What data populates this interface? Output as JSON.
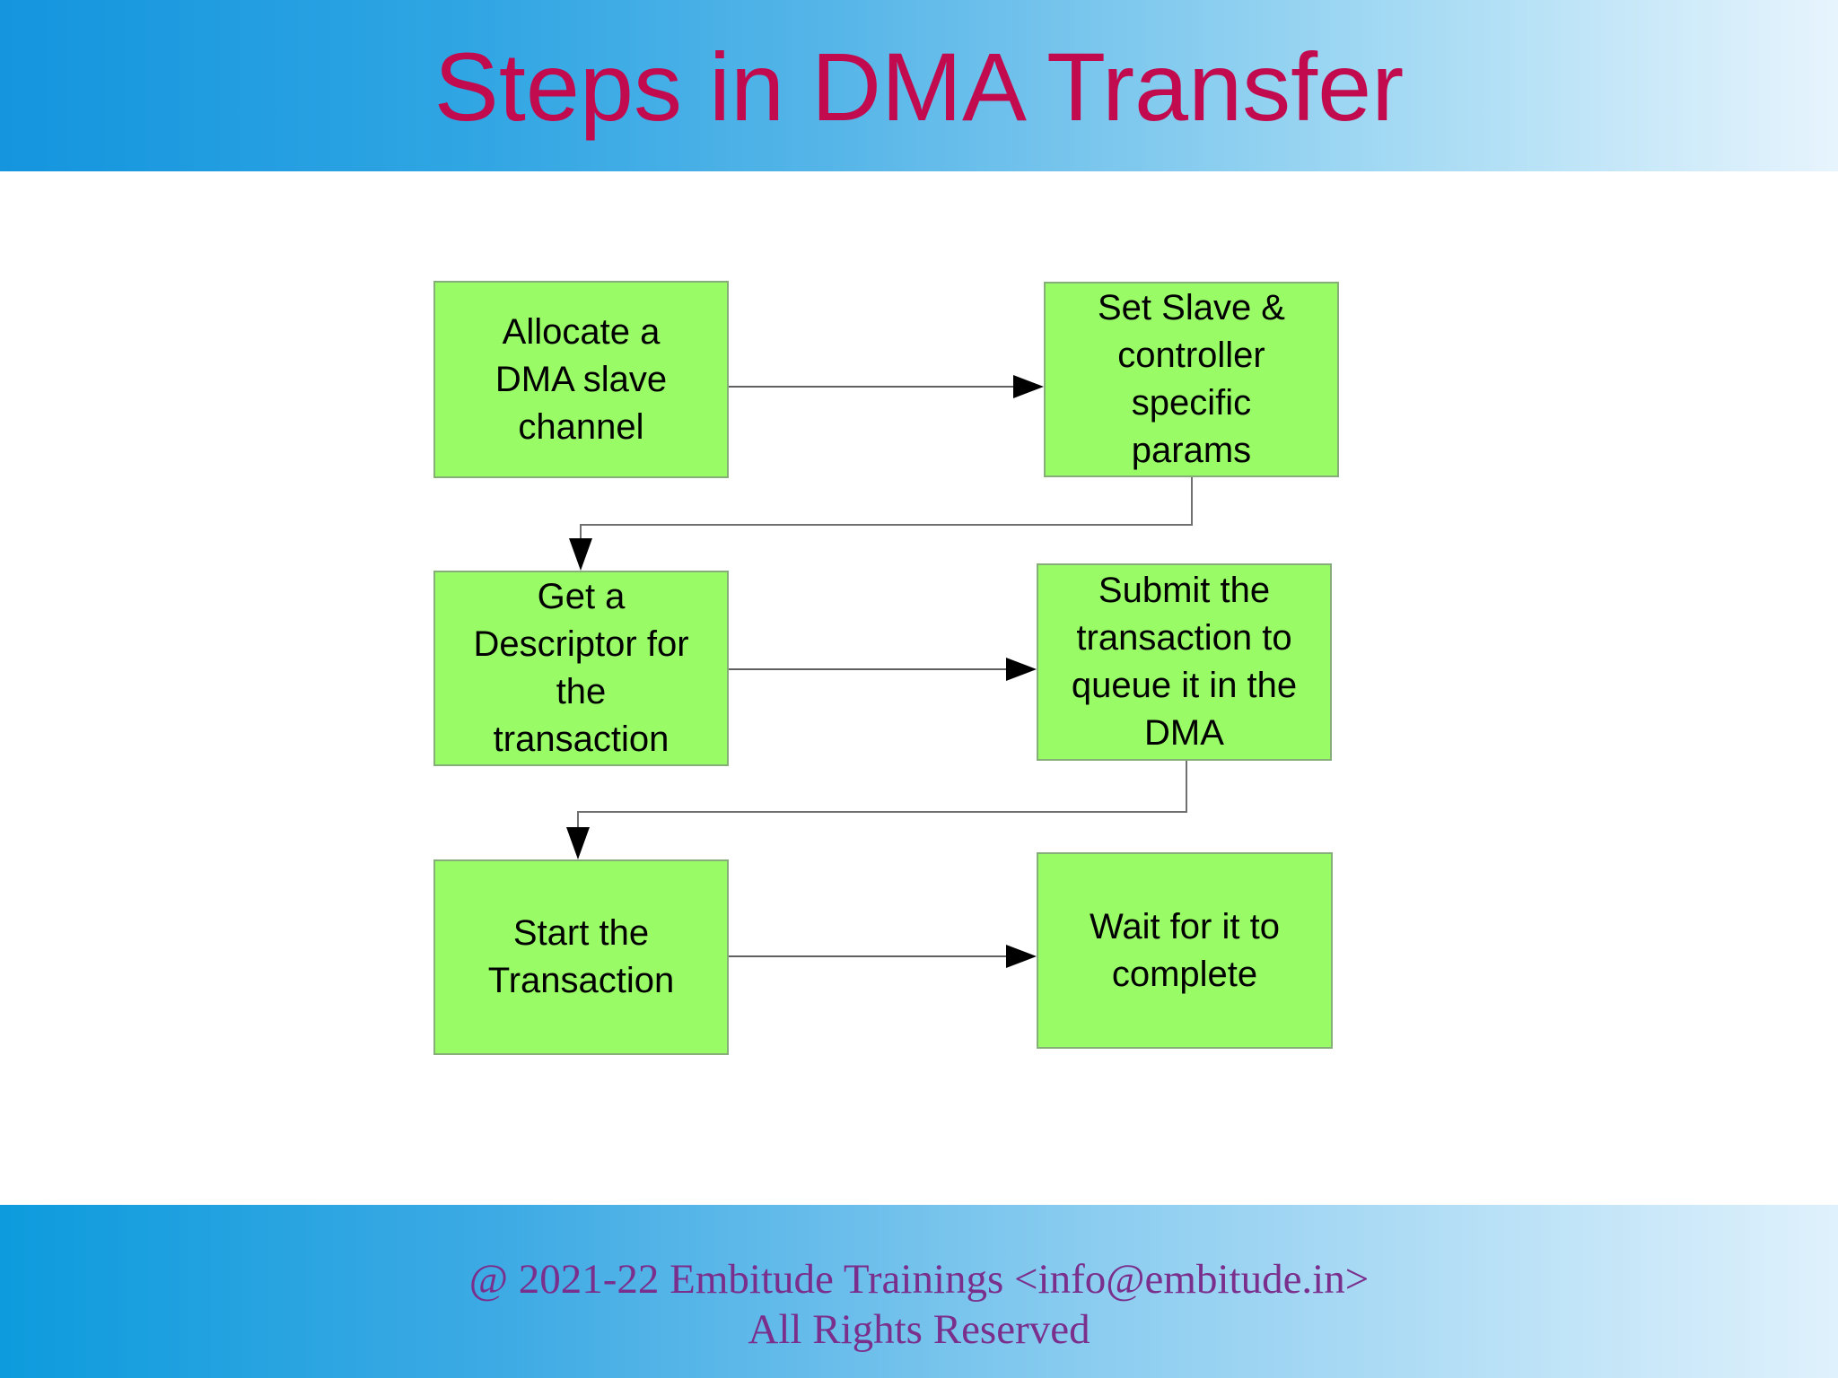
{
  "title": "Steps in DMA Transfer",
  "colors": {
    "title_text": "#C20B4E",
    "banner_left_blue": "#1495DE",
    "banner_right_blue": "#E7F4FD",
    "footer_left_blue": "#0D9BDD",
    "box_fill_green": "#99FB66",
    "box_border": "#85AE79",
    "connector_line": "#606060",
    "arrowhead": "#000000",
    "footer_text": "#7B2F8C",
    "box_text": "#000000"
  },
  "flowchart": {
    "steps": [
      {
        "id": "allocate-channel",
        "lines": [
          "Allocate a",
          "DMA slave",
          "channel"
        ]
      },
      {
        "id": "set-params",
        "lines": [
          "Set Slave &",
          "controller",
          "specific",
          "params"
        ]
      },
      {
        "id": "get-descriptor",
        "lines": [
          "Get a",
          "Descriptor for",
          "the",
          "transaction"
        ]
      },
      {
        "id": "submit-transaction",
        "lines": [
          "Submit the",
          "transaction to",
          "queue it in the",
          "DMA"
        ]
      },
      {
        "id": "start-transaction",
        "lines": [
          "Start the",
          "Transaction"
        ]
      },
      {
        "id": "wait-complete",
        "lines": [
          "Wait for it to",
          "complete"
        ]
      }
    ]
  },
  "footer": {
    "line1": "@ 2021-22 Embitude Trainings <info@embitude.in>",
    "line2": "All Rights Reserved"
  }
}
